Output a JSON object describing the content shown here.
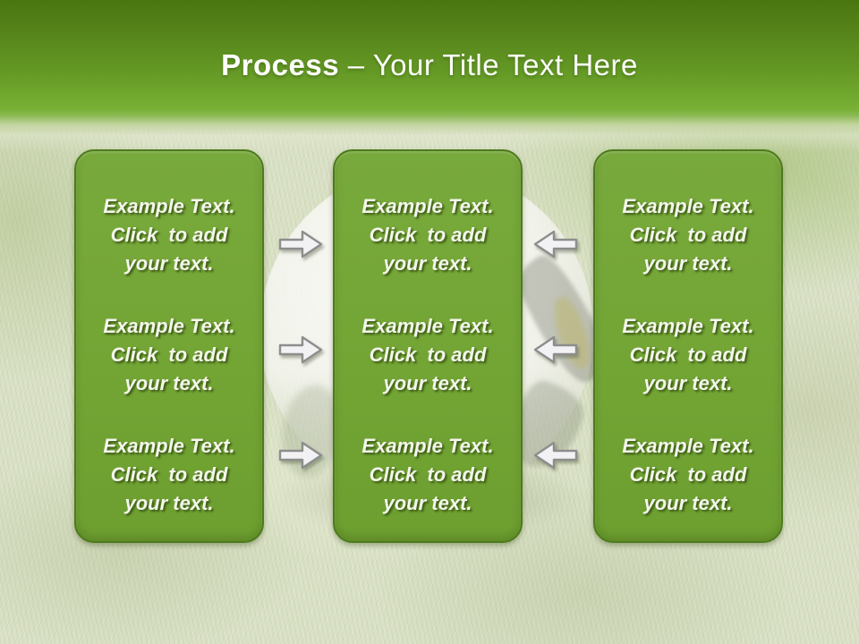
{
  "slide": {
    "title": {
      "bold": "Process",
      "rest": " – Your Title Text Here"
    }
  },
  "background": {
    "photo": "grass-field-with-soccer-ball"
  },
  "colors": {
    "header_green_top": "#4a760f",
    "header_green_bottom": "#79b036",
    "box_fill": "#74a637",
    "box_border": "#4e7a1c",
    "box_text": "#f4f6ec",
    "arrow_fill": "#f2f2f4",
    "arrow_stroke": "#8d8d8d",
    "background_base": "#dde3cc"
  },
  "arrows": {
    "left_gap": {
      "direction": "right",
      "count": 3
    },
    "right_gap": {
      "direction": "left",
      "count": 3
    }
  },
  "boxes": [
    {
      "name": "left",
      "blocks": [
        {
          "lines": [
            "Example Text.",
            "Click  to add",
            "your text."
          ]
        },
        {
          "lines": [
            "Example Text.",
            "Click  to add",
            "your text."
          ]
        },
        {
          "lines": [
            "Example Text.",
            "Click  to add",
            "your text."
          ]
        }
      ]
    },
    {
      "name": "middle",
      "blocks": [
        {
          "lines": [
            "Example Text.",
            "Click  to add",
            "your text."
          ]
        },
        {
          "lines": [
            "Example Text.",
            "Click  to add",
            "your text."
          ]
        },
        {
          "lines": [
            "Example Text.",
            "Click  to add",
            "your text."
          ]
        }
      ]
    },
    {
      "name": "right",
      "blocks": [
        {
          "lines": [
            "Example Text.",
            "Click  to add",
            "your text."
          ]
        },
        {
          "lines": [
            "Example Text.",
            "Click  to add",
            "your text."
          ]
        },
        {
          "lines": [
            "Example Text.",
            "Click  to add",
            "your text."
          ]
        }
      ]
    }
  ]
}
